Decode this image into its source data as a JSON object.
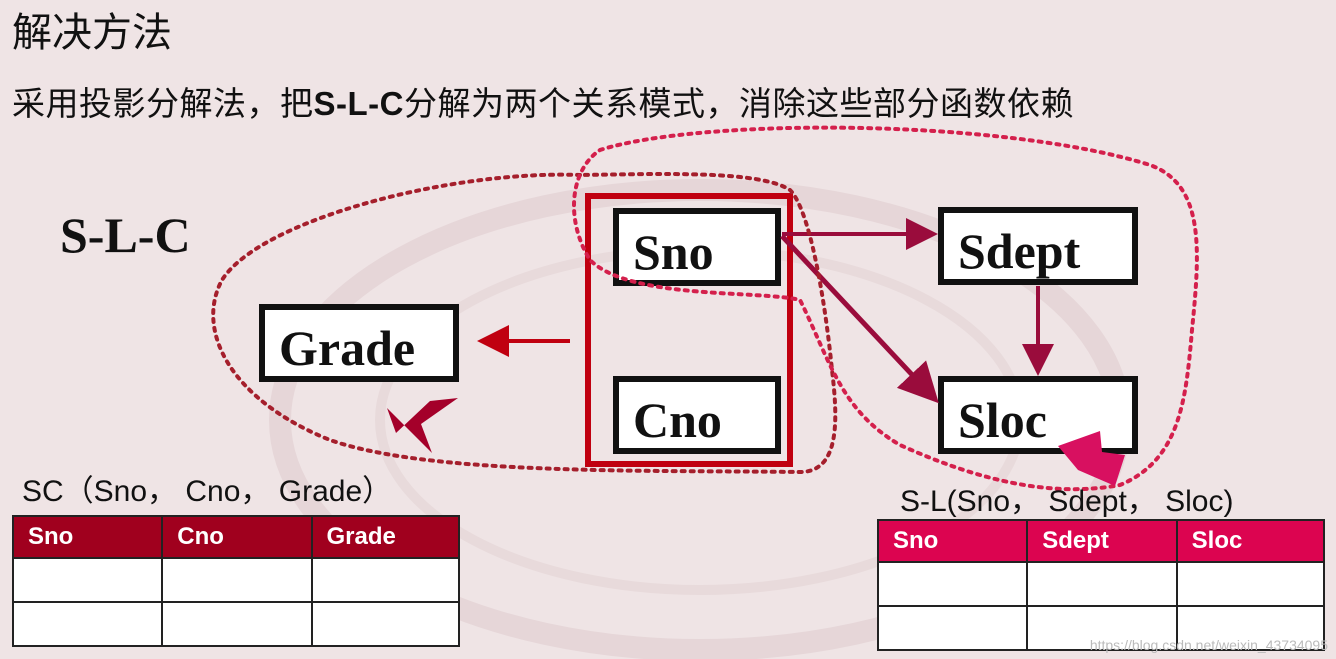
{
  "title": "解决方法",
  "subtitle": {
    "before": "采用投影分解法，把",
    "bold": "S-L-C",
    "after": "分解为两个关系模式，消除这些部分函数依赖"
  },
  "diagram": {
    "schema_name": "S-L-C",
    "attributes": {
      "sno": "Sno",
      "cno": "Cno",
      "grade": "Grade",
      "sdept": "Sdept",
      "sloc": "Sloc"
    }
  },
  "left_relation": {
    "label": "SC（Sno， Cno， Grade）",
    "columns": [
      "Sno",
      "Cno",
      "Grade"
    ],
    "header_color": "#a0001e"
  },
  "right_relation": {
    "label": "S-L(Sno， Sdept， Sloc)",
    "columns": [
      "Sno",
      "Sdept",
      "Sloc"
    ],
    "header_color": "#dc0450"
  },
  "colors": {
    "key_box": "#c00010",
    "arrow_dark": "#9a0c3c",
    "dotted_dark": "#a51f2c",
    "dotted_bright": "#d4204c",
    "block_arrow_left": "#a4002a",
    "block_arrow_right": "#d81060"
  },
  "footer": "https://blog.csdn.net/weixin_43734095"
}
